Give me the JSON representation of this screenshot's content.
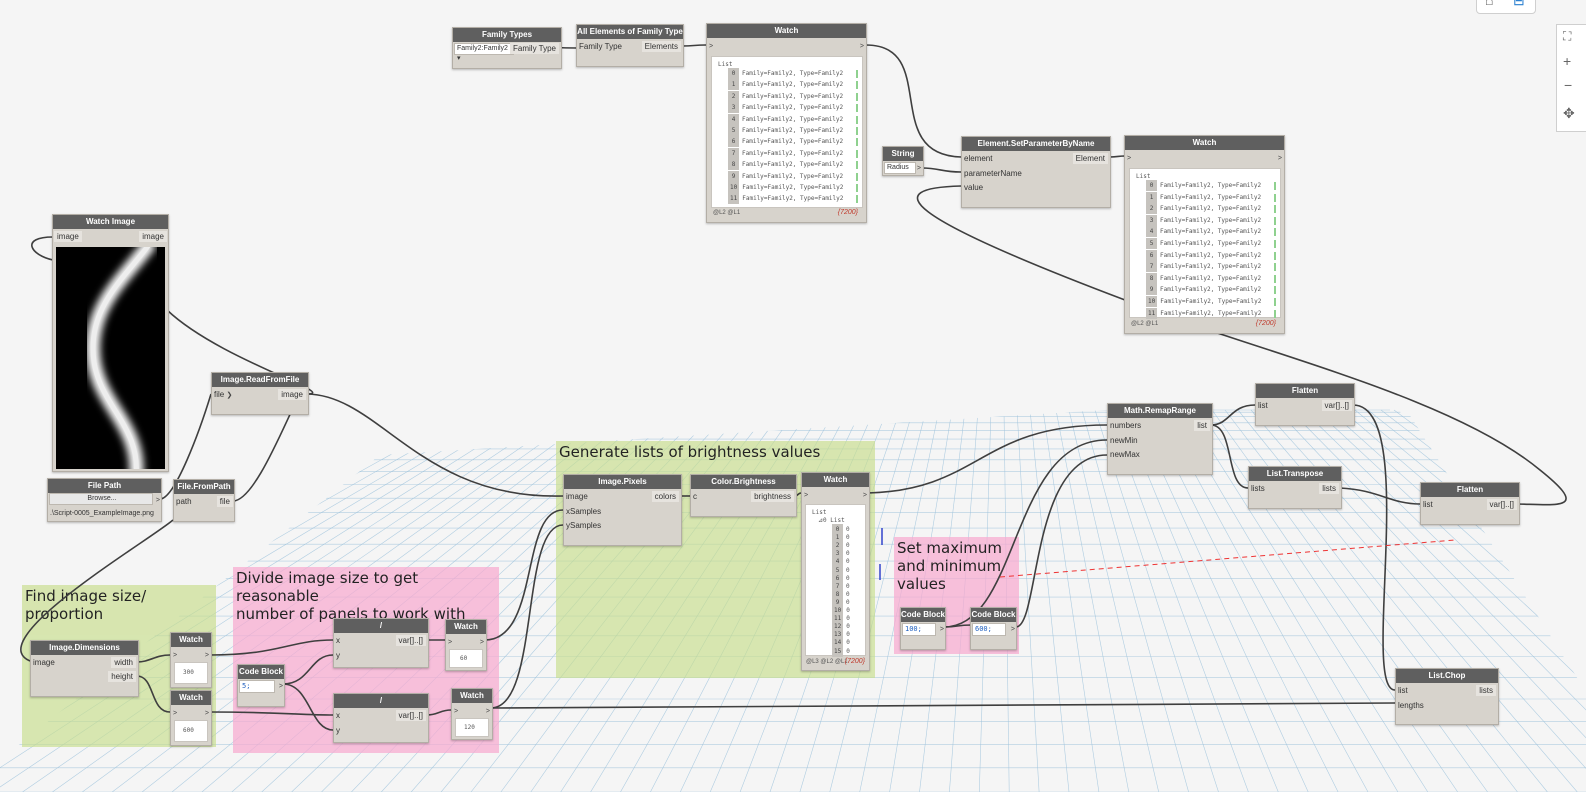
{
  "groups": {
    "find_size": "Find image size/\nproportion",
    "divide": "Divide image size to get reasonable\nnumber of panels to work with",
    "brightness": "Generate lists of brightness values",
    "maxmin": "Set maximum\nand minimum\nvalues"
  },
  "nodes": {
    "family_types": {
      "title": "Family Types",
      "value": "Family2:Family2",
      "out": "Family Type"
    },
    "all_elements": {
      "title": "All Elements of Family Type",
      "in": "Family Type",
      "out": "Elements"
    },
    "watch_top": {
      "title": "Watch",
      "list_label": "List",
      "count": "{7200}",
      "footer": "@L2 @L1",
      "items": [
        {
          "i": "0",
          "t": "Family=Family2, Type=Family2"
        },
        {
          "i": "1",
          "t": "Family=Family2, Type=Family2"
        },
        {
          "i": "2",
          "t": "Family=Family2, Type=Family2"
        },
        {
          "i": "3",
          "t": "Family=Family2, Type=Family2"
        },
        {
          "i": "4",
          "t": "Family=Family2, Type=Family2"
        },
        {
          "i": "5",
          "t": "Family=Family2, Type=Family2"
        },
        {
          "i": "6",
          "t": "Family=Family2, Type=Family2"
        },
        {
          "i": "7",
          "t": "Family=Family2, Type=Family2"
        },
        {
          "i": "8",
          "t": "Family=Family2, Type=Family2"
        },
        {
          "i": "9",
          "t": "Family=Family2, Type=Family2"
        },
        {
          "i": "10",
          "t": "Family=Family2, Type=Family2"
        },
        {
          "i": "11",
          "t": "Family=Family2, Type=Family2"
        }
      ]
    },
    "string": {
      "title": "String",
      "value": "Radius"
    },
    "set_param": {
      "title": "Element.SetParameterByName",
      "in1": "element",
      "in2": "parameterName",
      "in3": "value",
      "out": "Element"
    },
    "watch_right": {
      "title": "Watch",
      "list_label": "List",
      "count": "{7200}",
      "footer": "@L2 @L1",
      "items": [
        {
          "i": "0",
          "t": "Family=Family2, Type=Family2"
        },
        {
          "i": "1",
          "t": "Family=Family2, Type=Family2"
        },
        {
          "i": "2",
          "t": "Family=Family2, Type=Family2"
        },
        {
          "i": "3",
          "t": "Family=Family2, Type=Family2"
        },
        {
          "i": "4",
          "t": "Family=Family2, Type=Family2"
        },
        {
          "i": "5",
          "t": "Family=Family2, Type=Family2"
        },
        {
          "i": "6",
          "t": "Family=Family2, Type=Family2"
        },
        {
          "i": "7",
          "t": "Family=Family2, Type=Family2"
        },
        {
          "i": "8",
          "t": "Family=Family2, Type=Family2"
        },
        {
          "i": "9",
          "t": "Family=Family2, Type=Family2"
        },
        {
          "i": "10",
          "t": "Family=Family2, Type=Family2"
        },
        {
          "i": "11",
          "t": "Family=Family2, Type=Family2"
        }
      ]
    },
    "watch_image": {
      "title": "Watch Image",
      "in": "image",
      "out": "image"
    },
    "read_file": {
      "title": "Image.ReadFromFile",
      "in": "file",
      "out": "image"
    },
    "file_path": {
      "title": "File Path",
      "button": "Browse...",
      "path": ".\\Script-0005_ExampleImage.png"
    },
    "from_path": {
      "title": "File.FromPath",
      "in": "path",
      "out": "file"
    },
    "image_pixels": {
      "title": "Image.Pixels",
      "in1": "image",
      "in2": "xSamples",
      "in3": "ySamples",
      "out": "colors"
    },
    "color_brightness": {
      "title": "Color.Brightness",
      "in": "c",
      "out": "brightness"
    },
    "watch_bright": {
      "title": "Watch",
      "list_label": "List",
      "sub_label": "⊿0 List",
      "count": "{7200}",
      "footer": "@L3 @L2 @L1",
      "items": [
        {
          "i": "0",
          "t": "0"
        },
        {
          "i": "1",
          "t": "0"
        },
        {
          "i": "2",
          "t": "0"
        },
        {
          "i": "3",
          "t": "0"
        },
        {
          "i": "4",
          "t": "0"
        },
        {
          "i": "5",
          "t": "0"
        },
        {
          "i": "6",
          "t": "0"
        },
        {
          "i": "7",
          "t": "0"
        },
        {
          "i": "8",
          "t": "0"
        },
        {
          "i": "9",
          "t": "0"
        },
        {
          "i": "10",
          "t": "0"
        },
        {
          "i": "11",
          "t": "0"
        },
        {
          "i": "12",
          "t": "0"
        },
        {
          "i": "13",
          "t": "0"
        },
        {
          "i": "14",
          "t": "0"
        },
        {
          "i": "15",
          "t": "0"
        }
      ]
    },
    "remap": {
      "title": "Math.RemapRange",
      "in1": "numbers",
      "in2": "newMin",
      "in3": "newMax",
      "out": "list"
    },
    "flatten1": {
      "title": "Flatten",
      "in": "list",
      "out": "var[]..[]"
    },
    "transpose": {
      "title": "List.Transpose",
      "in": "lists",
      "out": "lists"
    },
    "flatten2": {
      "title": "Flatten",
      "in": "list",
      "out": "var[]..[]"
    },
    "chop": {
      "title": "List.Chop",
      "in1": "list",
      "in2": "lengths",
      "out": "lists"
    },
    "cb_min": {
      "title": "Code Block",
      "code": "100;"
    },
    "cb_max": {
      "title": "Code Block",
      "code": "600;"
    },
    "dims": {
      "title": "Image.Dimensions",
      "in": "image",
      "out1": "width",
      "out2": "height"
    },
    "watch_w": {
      "title": "Watch",
      "value": "300"
    },
    "watch_h": {
      "title": "Watch",
      "value": "600"
    },
    "cb_5": {
      "title": "Code Block",
      "code": "5;"
    },
    "div1": {
      "title": "/",
      "in1": "x",
      "in2": "y",
      "out": "var[]..[]"
    },
    "div2": {
      "title": "/",
      "in1": "x",
      "in2": "y",
      "out": "var[]..[]"
    },
    "watch_60": {
      "title": "Watch",
      "value": "60"
    },
    "watch_120": {
      "title": "Watch",
      "value": "120"
    }
  },
  "icons": {
    "fit": "fit-view-icon",
    "zoom_in": "zoom-in-icon",
    "zoom_out": "zoom-out-icon",
    "pan": "pan-icon"
  }
}
